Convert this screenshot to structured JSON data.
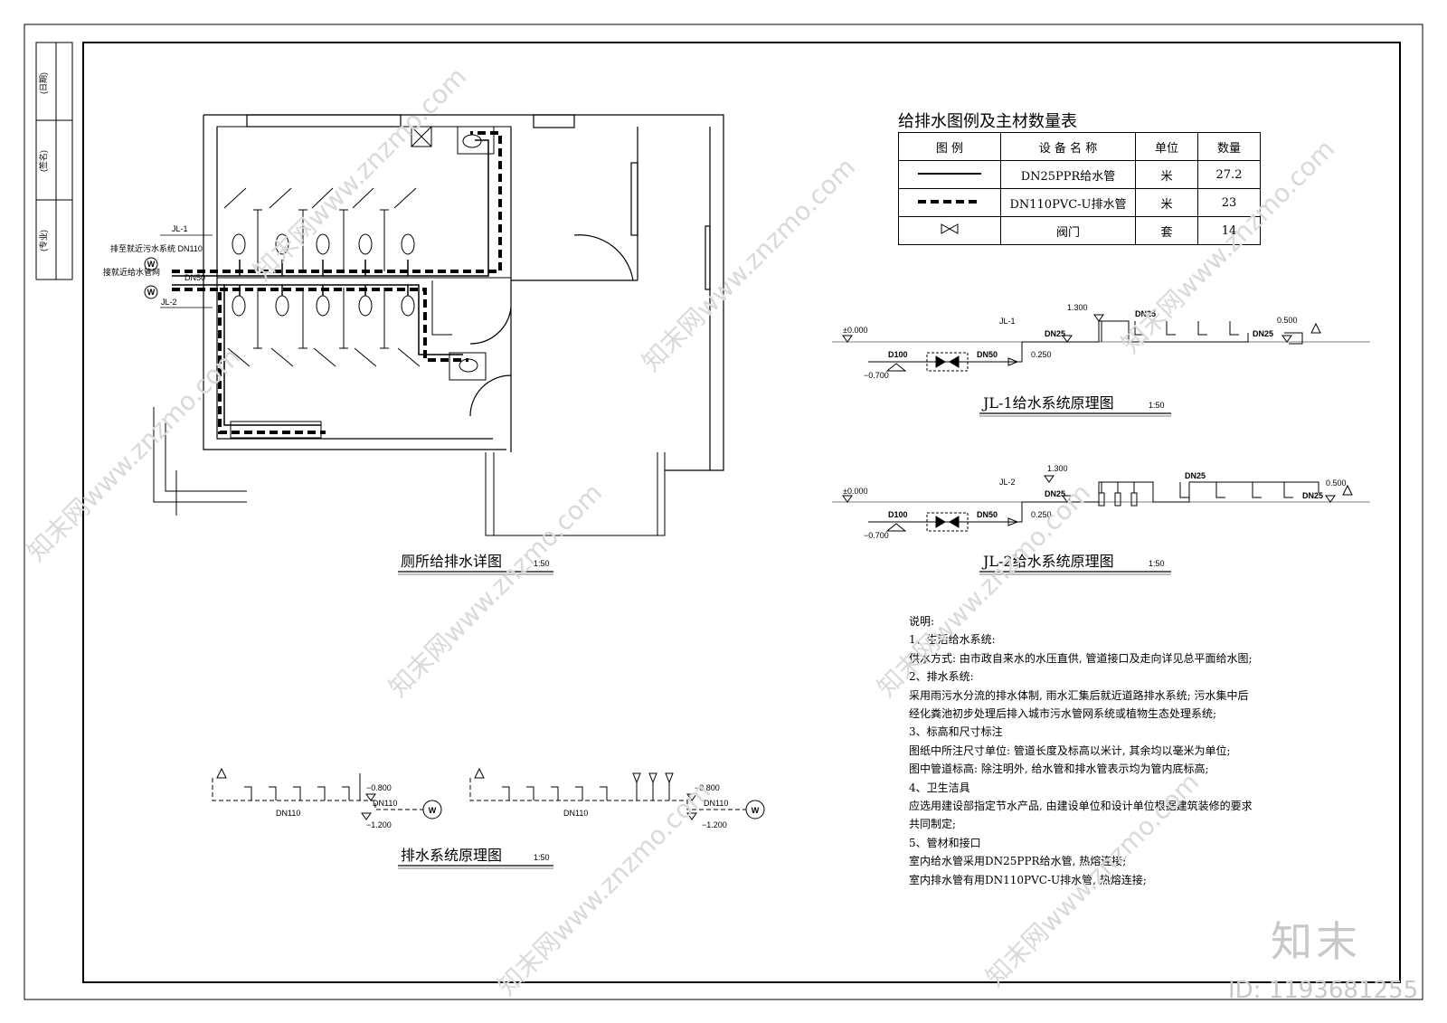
{
  "title_block": {
    "cells": [
      "(日期)",
      "(签名)",
      "(专业)"
    ]
  },
  "plan": {
    "title": "厕所给排水详图",
    "scale": "1:50",
    "labels": {
      "jl1": "JL-1",
      "jl2": "JL-2",
      "sewage": "排至就近污水系统 DN110",
      "water": "接就近给水管网",
      "dn50": "DN50",
      "w": "W"
    }
  },
  "legend": {
    "title": "给排水图例及主材数量表",
    "headers": [
      "图 例",
      "设 备 名 称",
      "单位",
      "数量"
    ],
    "rows": [
      {
        "symbol": "solid-line",
        "name": "DN25PPR给水管",
        "unit": "米",
        "qty": "27.2"
      },
      {
        "symbol": "dashed-line",
        "name": "DN110PVC-U排水管",
        "unit": "米",
        "qty": "23"
      },
      {
        "symbol": "valve-icon",
        "name": "阀门",
        "unit": "套",
        "qty": "14"
      }
    ]
  },
  "jl1": {
    "title": "JL-1给水系统原理图",
    "scale": "1:50",
    "labels": {
      "zero": "±0.000",
      "d100": "D100",
      "dn50": "DN50",
      "dn25a": "DN25",
      "dn25b": "DN25",
      "dn25c": "DN25",
      "neg": "−0.700",
      "e1300": "1.300",
      "e0250": "0.250",
      "e0500": "0.500",
      "tag": "JL-1"
    }
  },
  "jl2": {
    "title": "JL-2给水系统原理图",
    "scale": "1:50",
    "labels": {
      "zero": "±0.000",
      "d100": "D100",
      "dn50": "DN50",
      "dn25a": "DN25",
      "dn25b": "DN25",
      "dn25c": "DN25",
      "neg": "−0.700",
      "e1300": "1.300",
      "e0250": "0.250",
      "e0500": "0.500",
      "tag": "JL-2"
    }
  },
  "drain": {
    "title": "排水系统原理图",
    "scale": "1:50",
    "left": {
      "dn110": "DN110",
      "dn110b": "DN110",
      "e0800": "−0.800",
      "e1200": "−1.200",
      "w": "W"
    },
    "right": {
      "dn110": "DN110",
      "dn110b": "DN110",
      "e0800": "−0.800",
      "e1200": "−1.200",
      "w": "W"
    }
  },
  "notes": {
    "lines": [
      "说明:",
      "1、生活给水系统:",
      "供水方式: 由市政自来水的水压直供, 管道接口及走向详见总平面给水图;",
      "2、排水系统:",
      "采用雨污水分流的排水体制, 雨水汇集后就近道路排水系统; 污水集中后",
      "经化粪池初步处理后排入城市污水管网系统或植物生态处理系统;",
      "3、标高和尺寸标注",
      "图纸中所注尺寸单位: 管道长度及标高以米计, 其余均以毫米为单位;",
      "图中管道标高: 除注明外, 给水管和排水管表示均为管内底标高;",
      "4、卫生洁具",
      "应选用建设部指定节水产品, 由建设单位和设计单位根据建筑装修的要求",
      "共同制定;",
      "5、管材和接口",
      "室内给水管采用DN25PPR给水管, 热熔连接;",
      "室内排水管有用DN110PVC-U排水管, 热熔连接;"
    ]
  },
  "watermark": {
    "text": "知末网www.znzmo.com",
    "brand": "知末",
    "id": "ID: 1193681255"
  }
}
